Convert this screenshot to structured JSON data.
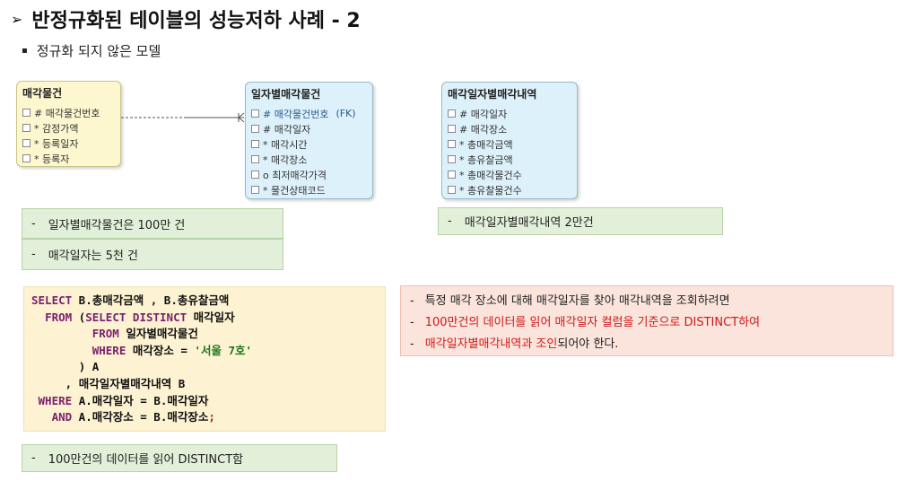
{
  "title": "반정규화된 테이블의 성능저하 사례 - 2",
  "title_marker": "➢",
  "subtitle": "정규화 되지 않은 모델",
  "subtitle_marker": "▪",
  "entities": [
    {
      "name": "매각물건",
      "attributes": [
        "# 매각물건번호",
        "* 감정가액",
        "* 등록일자",
        "* 등록자"
      ]
    },
    {
      "name": "일자별매각물건",
      "attributes": [
        "# 매각물건번호",
        "# 매각일자",
        "* 매각시간",
        "* 매각장소",
        "o 최저매각가격",
        "* 물건상태코드"
      ],
      "fk_label": "(FK)"
    },
    {
      "name": "매각일자별매각내역",
      "attributes": [
        "# 매각일자",
        "# 매각장소",
        "* 총매각금액",
        "* 총유찰금액",
        "* 총매각물건수",
        "* 총유찰물건수"
      ]
    }
  ],
  "notes": {
    "dash": "-",
    "n1": "일자별매각물건은 100만 건",
    "n2": "매각일자는 5천 건",
    "n3": "매각일자별매각내역 2만건",
    "n4": "100만건의 데이터를 읽어 DISTINCT함"
  },
  "sql": {
    "l1_kw": "SELECT",
    "l1_rest": " B.총매각금액 , B.총유찰금액",
    "l2_kw": "FROM",
    "l2_open": " (",
    "l2_kw2": "SELECT DISTINCT",
    "l2_rest": " 매각일자",
    "l3_kw": "FROM",
    "l3_rest": " 일자별매각물건",
    "l4_kw": "WHERE",
    "l4_rest": " 매각장소 = ",
    "l4_str": "'서울 7호'",
    "l5": ") A",
    "l6": ", 매각일자별매각내역 B",
    "l7_kw": "WHERE",
    "l7_rest": " A.매각일자 = B.매각일자",
    "l8_kw": "AND",
    "l8_rest": " A.매각장소 = B.매각장소",
    "l8_semi": ";"
  },
  "explain": {
    "dash": "-",
    "line1": "특정 매각 장소에 대해 매각일자를 찾아 매각내역을 조회하려면",
    "line2": "100만건의 데이터를 읽어 매각일자 컬럼을 기준으로 DISTINCT하여",
    "line3_red": "매각일자별매각내역과 조인",
    "line3_rest": "되어야 한다."
  },
  "colors": {
    "entity_yellow": "#fcf7cf",
    "entity_blue": "#ddf1fb",
    "note_green": "#e2efd9",
    "sql_bg": "#fdf2d1",
    "explain_bg": "#fbe4dc",
    "emphasis_red": "#d01818"
  }
}
